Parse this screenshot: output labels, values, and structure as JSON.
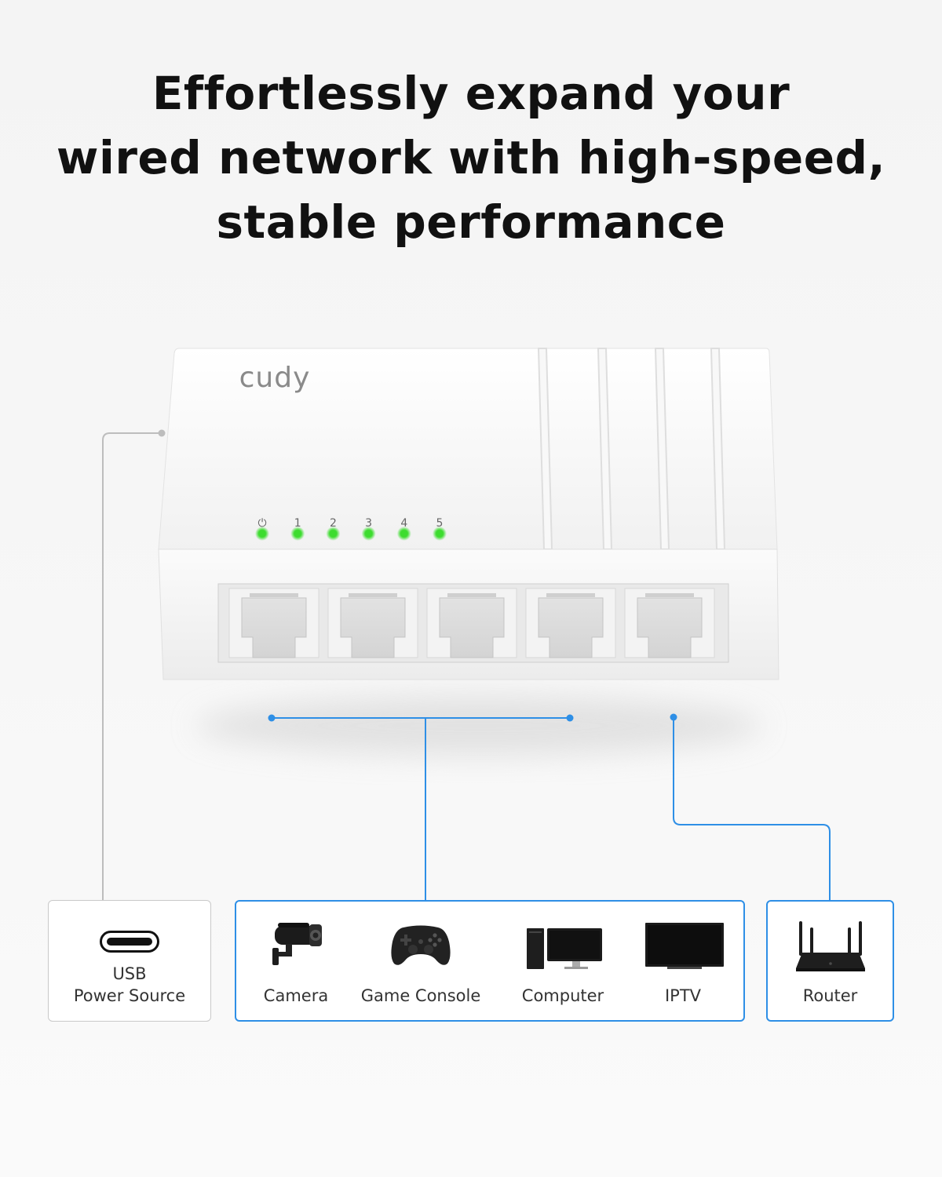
{
  "headline": {
    "line1": "Effortlessly expand your",
    "line2": "wired network with high-speed,",
    "line3": "stable performance"
  },
  "device": {
    "brand_logo": "cudy",
    "led_labels": [
      "⏻",
      "1",
      "2",
      "3",
      "4",
      "5"
    ],
    "led_color": "#3ddc2f",
    "port_count": 5
  },
  "connections": {
    "line_color": "#2e8fe6",
    "power_line_color": "#bdbdbd"
  },
  "power": {
    "label_line1": "USB",
    "label_line2": "Power Source",
    "icon": "usb-c-port-icon"
  },
  "devices": [
    {
      "label": "Camera",
      "icon": "security-camera-icon"
    },
    {
      "label": "Game Console",
      "icon": "gamepad-icon"
    },
    {
      "label": "Computer",
      "icon": "desktop-computer-icon"
    },
    {
      "label": "IPTV",
      "icon": "tv-icon"
    }
  ],
  "router": {
    "label": "Router",
    "icon": "router-icon"
  }
}
